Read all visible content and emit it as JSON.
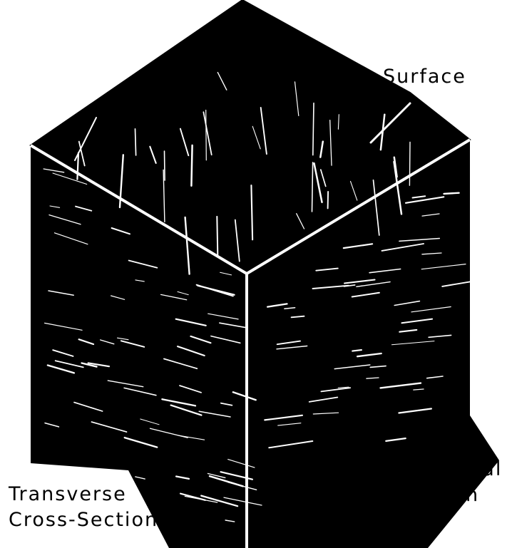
{
  "figure": {
    "face_color": "#000000",
    "edge_color": "#ffffff",
    "streak_color": "#ffffff",
    "background_color": "#ffffff"
  },
  "labels": {
    "top_face": "Surface",
    "left_face": [
      "Transverse",
      "Cross-Section"
    ],
    "right_face": [
      "Longitudinal",
      "Cross-Section"
    ]
  }
}
